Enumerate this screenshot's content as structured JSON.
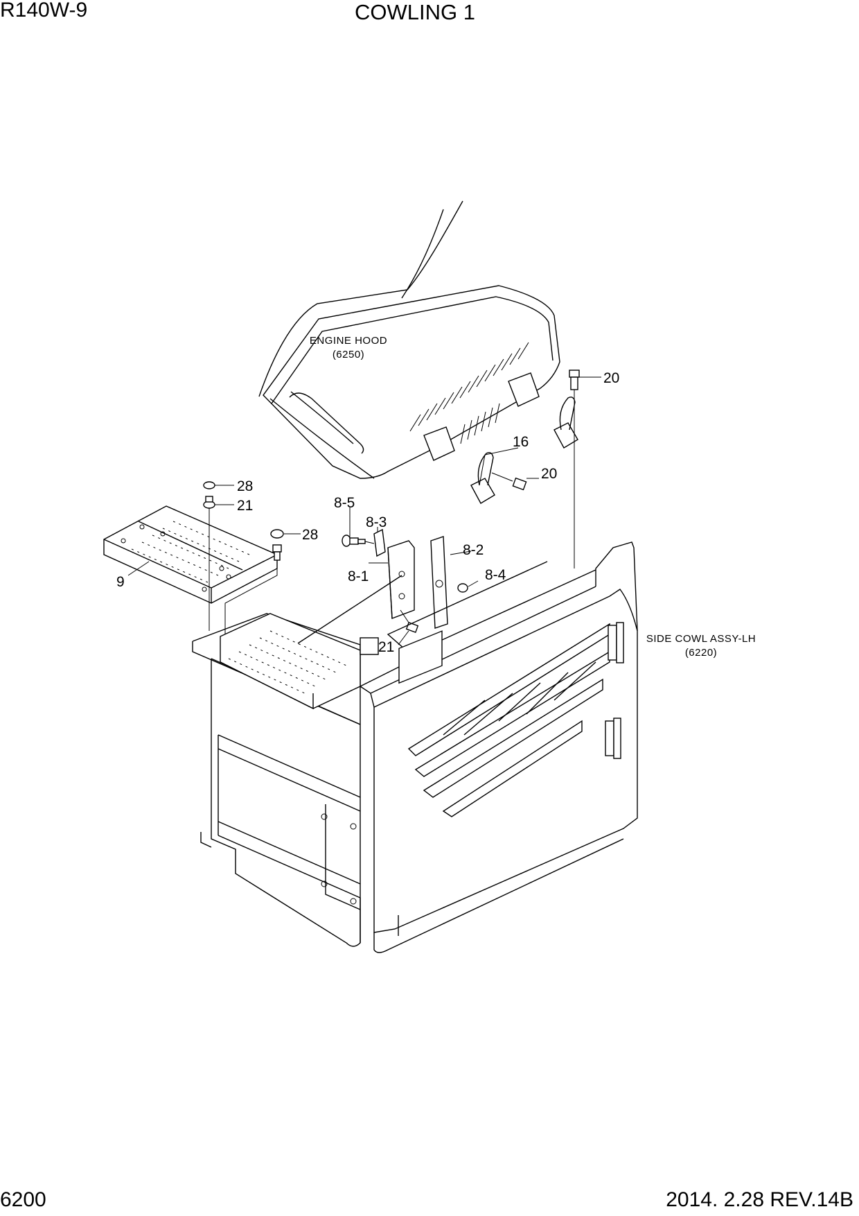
{
  "header": {
    "model": "R140W-9",
    "title": "COWLING 1"
  },
  "footer": {
    "page_number": "6200",
    "revision": "2014. 2.28  REV.14B"
  },
  "references": {
    "engine_hood": {
      "name": "ENGINE HOOD",
      "code": "(6250)"
    },
    "side_cowl": {
      "name": "SIDE COWL ASSY-LH",
      "code": "(6220)"
    }
  },
  "callouts": {
    "c20a": "20",
    "c16": "16",
    "c20b": "20",
    "c28a": "28",
    "c21a": "21",
    "c28b": "28",
    "c9": "9",
    "c8_5": "8-5",
    "c8_3": "8-3",
    "c8_2": "8-2",
    "c8_1": "8-1",
    "c8_4": "8-4",
    "c21b": "21"
  }
}
